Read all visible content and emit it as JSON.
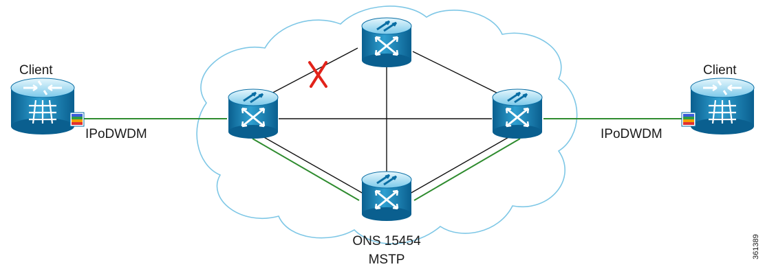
{
  "labels": {
    "client_left": "Client",
    "client_right": "Client",
    "ipodwdm_left": "IPoDWDM",
    "ipodwdm_right": "IPoDWDM",
    "node_bottom_line1": "ONS 15454",
    "node_bottom_line2": "MSTP",
    "figure_id": "361389"
  },
  "links": [
    {
      "from": "client-left",
      "to": "node-left",
      "color": "green"
    },
    {
      "from": "node-right",
      "to": "client-right",
      "color": "green"
    },
    {
      "from": "node-left",
      "to": "node-top",
      "color": "black",
      "failed": true
    },
    {
      "from": "node-top",
      "to": "node-right",
      "color": "black"
    },
    {
      "from": "node-left",
      "to": "node-right",
      "color": "black"
    },
    {
      "from": "node-top",
      "to": "node-bottom",
      "color": "black"
    },
    {
      "from": "node-left",
      "to": "node-bottom",
      "color": "black+green"
    },
    {
      "from": "node-bottom",
      "to": "node-right",
      "color": "black+green"
    }
  ],
  "failure_marker": {
    "symbol": "X",
    "color": "#e2231a"
  },
  "colors": {
    "device_dark": "#0a6ea4",
    "device_mid": "#3aa2cf",
    "device_light": "#bfe6f6",
    "cloud_outline": "#7ec7e6",
    "path_green": "#2e8b2e",
    "link_black": "#111111"
  }
}
